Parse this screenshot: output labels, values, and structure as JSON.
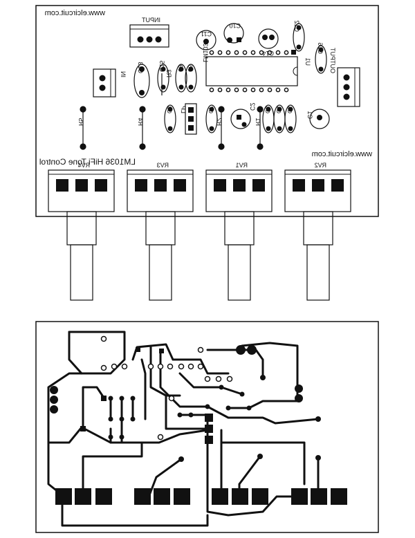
{
  "top_board": {
    "website_top": "www.elcircuit.com",
    "website_bottom": "www.elcircuit.com",
    "title": "LM1036 HiFi Tone Control",
    "connectors": {
      "input": "INPUT",
      "output": "OUTPUT",
      "in": "IN"
    },
    "components": {
      "c11": "C11",
      "c10": "C10",
      "c12": "C12",
      "c14": "C14",
      "c16": "C16",
      "c13": "C13",
      "c15": "C15",
      "c9": "C9",
      "c6": "C6",
      "c8": "C8",
      "c7": "C7",
      "c1": "C1",
      "c2": "C2",
      "c3": "C3",
      "c4": "C4",
      "c5": "C5",
      "u1": "U1",
      "lm1036": "LM1036",
      "r1": "R1",
      "r2": "R2",
      "r3": "R3",
      "r4": "R4",
      "r5": "R5",
      "lp": "LP"
    },
    "pots": [
      "RV4",
      "RV3",
      "RV1",
      "RV2"
    ]
  }
}
